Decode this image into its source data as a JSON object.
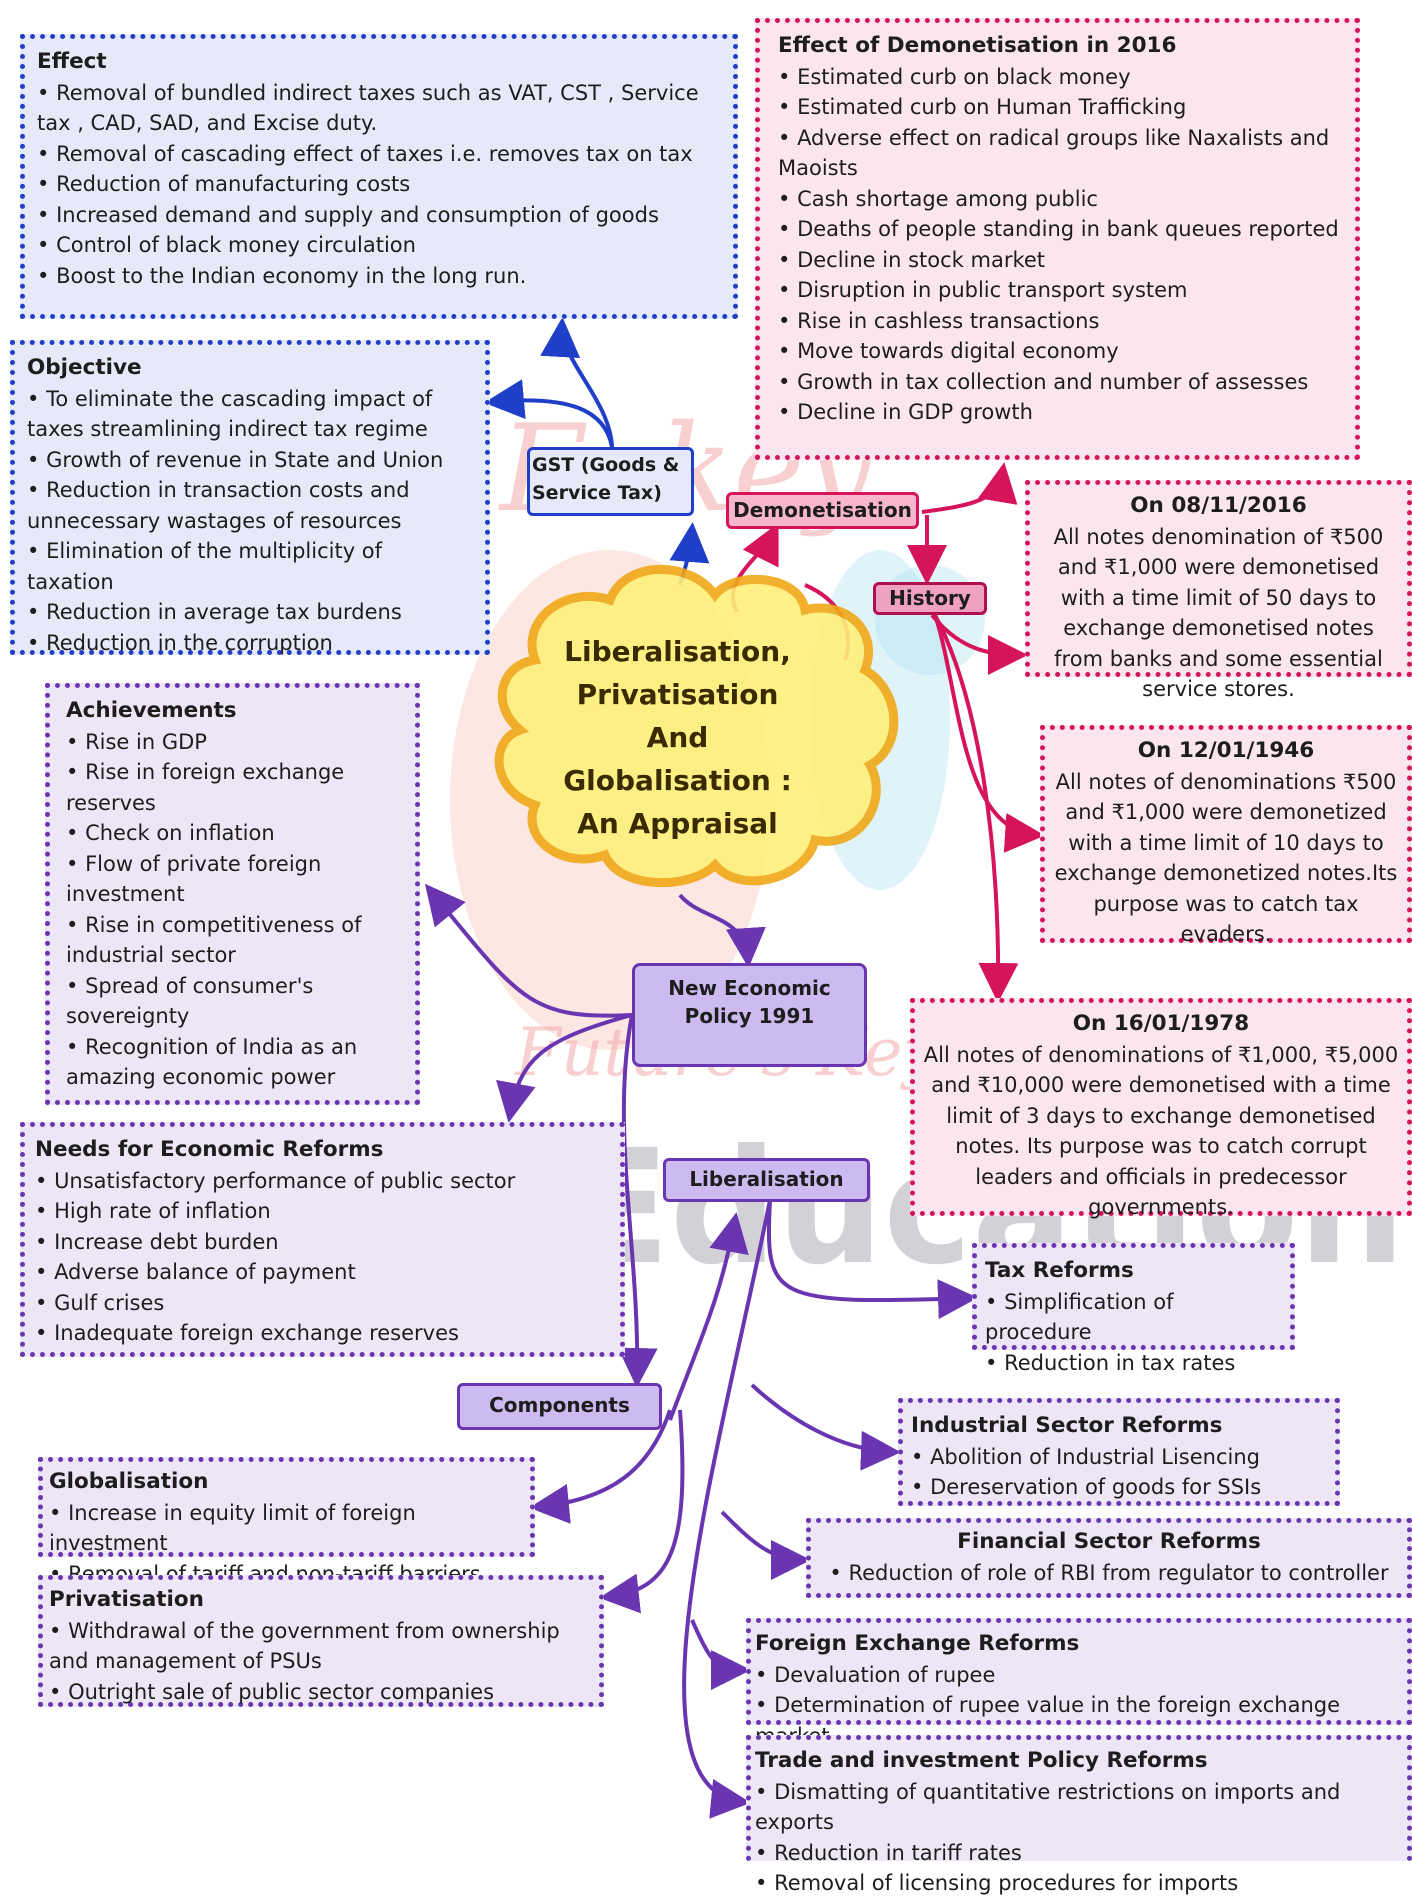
{
  "central": {
    "lines": [
      "Liberalisation,",
      "Privatisation",
      "And",
      "Globalisation :",
      "An Appraisal"
    ]
  },
  "watermark": {
    "text": "Fukey Education",
    "logo_top": "Fukey",
    "logo_bottom": "Future's Key"
  },
  "nodes": {
    "gst": "GST (Goods & Service Tax)",
    "demonetisation": "Demonetisation",
    "history": "History",
    "nep": "New Economic Policy 1991",
    "liberalisation": "Liberalisation",
    "components": "Components"
  },
  "boxes": {
    "effect": {
      "title": "Effect",
      "items": [
        "Removal of bundled indirect taxes such as VAT, CST , Service tax , CAD, SAD, and Excise duty.",
        "Removal of cascading effect of taxes i.e. removes tax on tax",
        "Reduction of manufacturing costs",
        "Increased demand and supply and consumption of goods",
        "Control of black money circulation",
        "Boost to the Indian economy in the long run."
      ]
    },
    "objective": {
      "title": "Objective",
      "items": [
        "To eliminate the cascading impact of taxes streamlining indirect tax regime",
        "Growth of revenue in State and Union",
        "Reduction in transaction costs and unnecessary wastages of resources",
        "Elimination of the multiplicity of taxation",
        "Reduction in average tax burdens",
        "Reduction in the corruption"
      ]
    },
    "demon_effect": {
      "title": "Effect of Demonetisation in 2016",
      "items": [
        "Estimated curb on black money",
        "Estimated curb on Human Trafficking",
        "Adverse effect on radical groups like Naxalists and Maoists",
        "Cash shortage among public",
        "Deaths of people standing in bank queues reported",
        "Decline in stock market",
        "Disruption in public transport system",
        "Rise in cashless transactions",
        "Move towards digital economy",
        "Growth in tax collection and number of assesses",
        "Decline in GDP growth"
      ]
    },
    "h2016": {
      "title": "On 08/11/2016",
      "text": "All notes denomination of ₹500 and ₹1,000 were demonetised with a time limit of 50 days to exchange demonetised notes from banks and some essential service stores."
    },
    "h1946": {
      "title": "On 12/01/1946",
      "text": "All notes of denominations ₹500 and ₹1,000 were demonetized with a time limit of 10 days to exchange demonetized notes.Its purpose was to catch tax evaders."
    },
    "h1978": {
      "title": "On 16/01/1978",
      "text": "All notes of denominations of ₹1,000, ₹5,000 and ₹10,000 were demonetised with a time limit of 3 days to exchange demonetised notes. Its purpose was to catch corrupt leaders and officials in predecessor governments."
    },
    "achievements": {
      "title": "Achievements",
      "items": [
        "Rise in GDP",
        "Rise in foreign exchange reserves",
        "Check on inflation",
        "Flow of private foreign investment",
        "Rise in competitiveness of industrial sector",
        "Spread of consumer's sovereignty",
        "Recognition of India as an amazing economic power"
      ]
    },
    "needs": {
      "title": "Needs for Economic Reforms",
      "items": [
        "Unsatisfactory performance of public sector",
        "High rate of inflation",
        "Increase debt burden",
        "Adverse balance of payment",
        "Gulf crises",
        "Inadequate foreign exchange reserves"
      ]
    },
    "tax": {
      "title": "Tax Reforms",
      "items": [
        "Simplification of procedure",
        "Reduction in tax rates"
      ]
    },
    "industrial": {
      "title": "Industrial Sector Reforms",
      "items": [
        "Abolition of Industrial Lisencing",
        "Dereservation of goods for SSIs"
      ]
    },
    "financial": {
      "title": "Financial Sector Reforms",
      "items": [
        "Reduction of role of RBI from regulator to controller"
      ]
    },
    "forex": {
      "title": "Foreign Exchange Reforms",
      "items": [
        "Devaluation of rupee",
        "Determination of rupee value in the foreign exchange market"
      ]
    },
    "trade": {
      "title": "Trade and investment Policy Reforms",
      "items": [
        "Dismatting of quantitative restrictions on imports and exports",
        "Reduction in tariff rates",
        "Removal of licensing procedures for imports"
      ]
    },
    "globalisation": {
      "title": "Globalisation",
      "items": [
        "Increase in equity limit of foreign investment",
        "Removal of tariff and non-tariff barriers"
      ]
    },
    "privatisation": {
      "title": "Privatisation",
      "items": [
        "Withdrawal of the government from ownership and management of PSUs",
        "Outright sale of public sector companies"
      ]
    }
  },
  "colors": {
    "blue": "#1f3fc8",
    "pink": "#d6145c",
    "purple": "#6a35b0",
    "cloud_fill": "#fff07a",
    "cloud_border": "#f0a818"
  }
}
